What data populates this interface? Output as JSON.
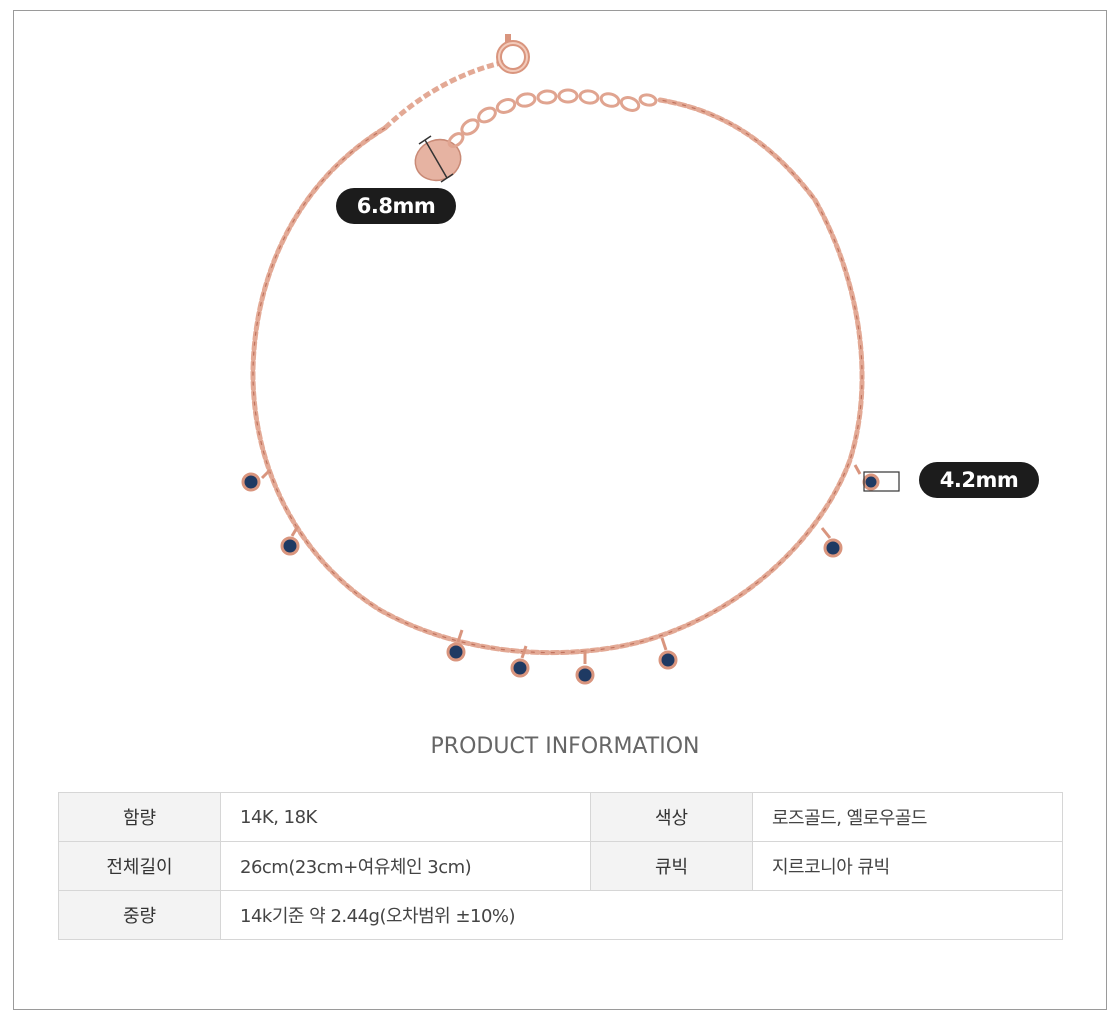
{
  "colors": {
    "chain": "#e0a490",
    "chain_dark": "#b86a55",
    "stone": "#1f3a63",
    "badge_bg": "#1c1c1c",
    "label_bg": "#f3f3f3"
  },
  "dimensions": {
    "clasp_label": "6.8mm",
    "stone_label": "4.2mm"
  },
  "product_info": {
    "title": "PRODUCT INFORMATION",
    "rows": [
      {
        "label1": "함량",
        "value1": "14K, 18K",
        "label2": "색상",
        "value2": "로즈골드, 옐로우골드"
      },
      {
        "label1": "전체길이",
        "value1": "26cm(23cm+여유체인 3cm)",
        "label2": "큐빅",
        "value2": "지르코니아 큐빅"
      },
      {
        "label1": "중량",
        "value1": "14k기준 약 2.44g(오차범위 ±10%)"
      }
    ]
  }
}
